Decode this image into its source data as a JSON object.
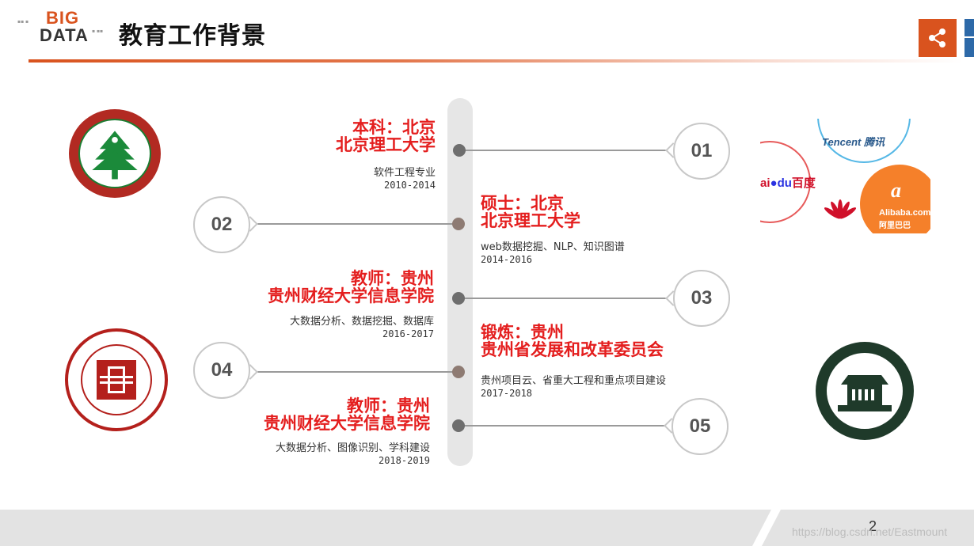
{
  "header": {
    "logo_big": "BIG",
    "logo_data": "DATA",
    "title": "教育工作背景"
  },
  "timeline": [
    {
      "num": "01",
      "title_line1": "本科：北京",
      "title_line2": "北京理工大学",
      "desc": "软件工程专业",
      "years": "2010-2014",
      "side": "left"
    },
    {
      "num": "02",
      "title_line1": "硕士：北京",
      "title_line2": "北京理工大学",
      "desc": "web数据挖掘、NLP、知识图谱",
      "years": "2014-2016",
      "side": "right"
    },
    {
      "num": "03",
      "title_line1": "教师：贵州",
      "title_line2": "贵州财经大学信息学院",
      "desc": "大数据分析、数据挖掘、数据库",
      "years": "2016-2017",
      "side": "left"
    },
    {
      "num": "04",
      "title_line1": "锻炼：贵州",
      "title_line2": "贵州省发展和改革委员会",
      "desc": "贵州项目云、省重大工程和重点项目建设",
      "years": "2017-2018",
      "side": "right"
    },
    {
      "num": "05",
      "title_line1": "教师：贵州",
      "title_line2": "贵州财经大学信息学院",
      "desc": "大数据分析、图像识别、学科建设",
      "years": "2018-2019",
      "side": "left"
    }
  ],
  "logos": {
    "tencent": "Tencent 腾讯",
    "baidu_a": "ai",
    "baidu_b": "du",
    "baidu_c": "百度",
    "alibaba": "Alibaba.com",
    "alibaba_cn": "阿里巴巴",
    "alibaba_glyph": "a"
  },
  "footer": {
    "watermark": "https://blog.csdn.net/Eastmount",
    "page_number": "2"
  },
  "colors": {
    "accent": "#d9531e",
    "title_red": "#e41e1e"
  },
  "icons": {
    "share": "share-icon"
  }
}
